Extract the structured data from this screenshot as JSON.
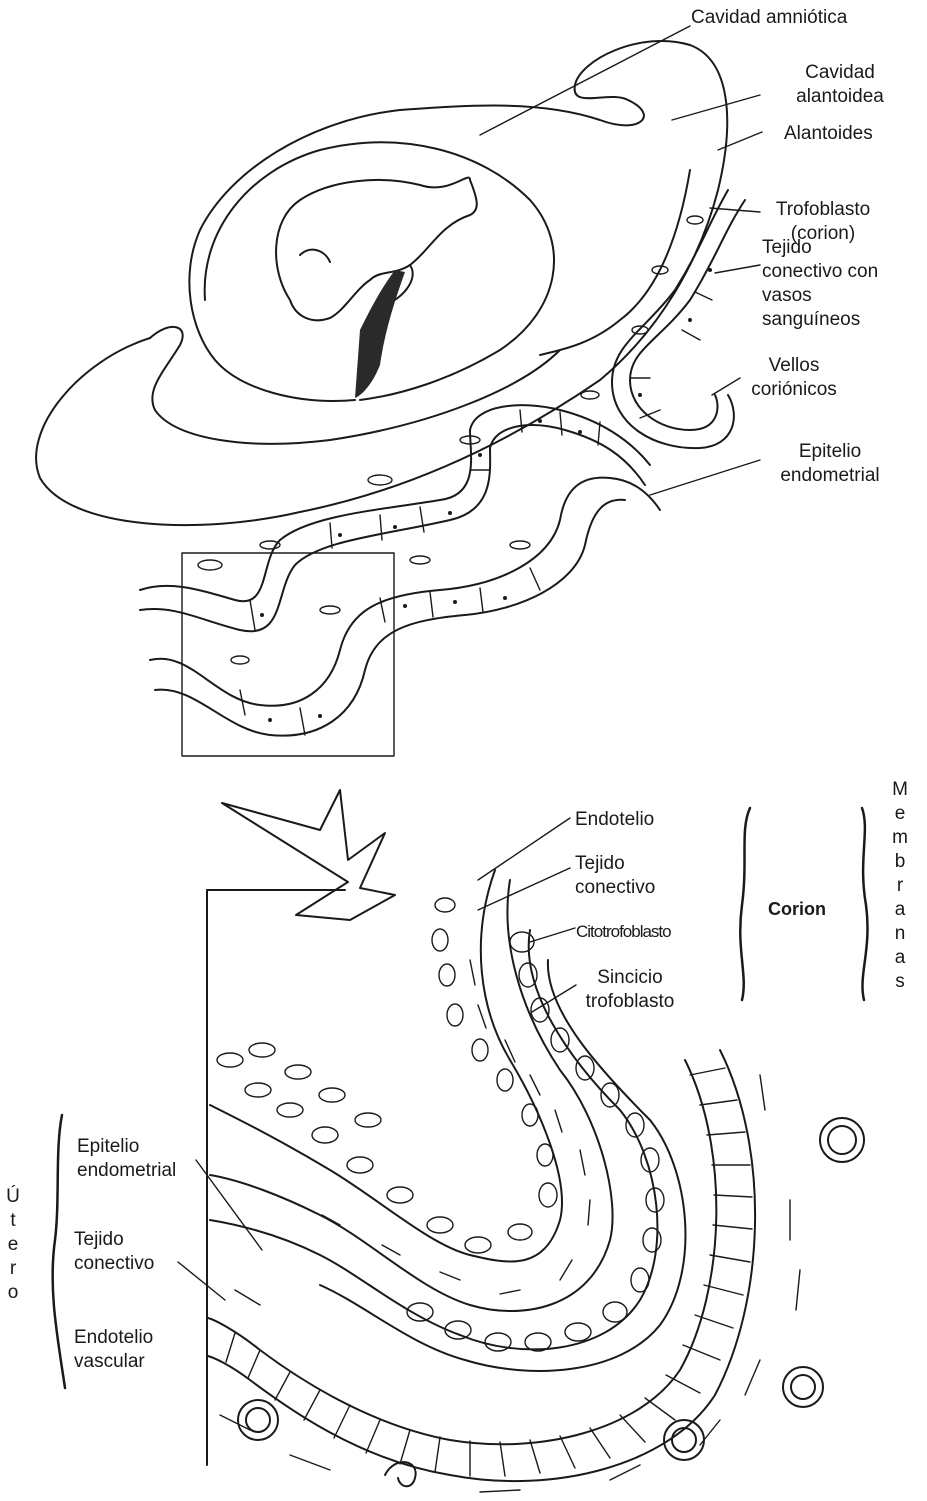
{
  "labels": {
    "cavidad_amniotica": "Cavidad amniótica",
    "cavidad_alantoidea": "Cavidad\nalantoidea",
    "alantoides": "Alantoides",
    "trofoblasto": "Trofoblasto\n(corion)",
    "tejido_vasos": "Tejido\nconectivo con\nvasos\nsanguíneos",
    "vellos": "Vellos\ncoriónicos",
    "epitelio_top": "Epitelio\nendometrial",
    "endotelio": "Endotelio",
    "tejido_conectivo_top": "Tejido\nconectivo",
    "citotrofoblasto": "Citotrofoblasto",
    "sincicio": "Sincicio\ntrofoblasto",
    "corion": "Corion",
    "membranas": "Membranas",
    "epitelio_bottom": "Epitelio\nendometrial",
    "tejido_conectivo_bottom": "Tejido\nconectivo",
    "endotelio_vascular": "Endotelio\nvascular",
    "utero": "Útero"
  }
}
